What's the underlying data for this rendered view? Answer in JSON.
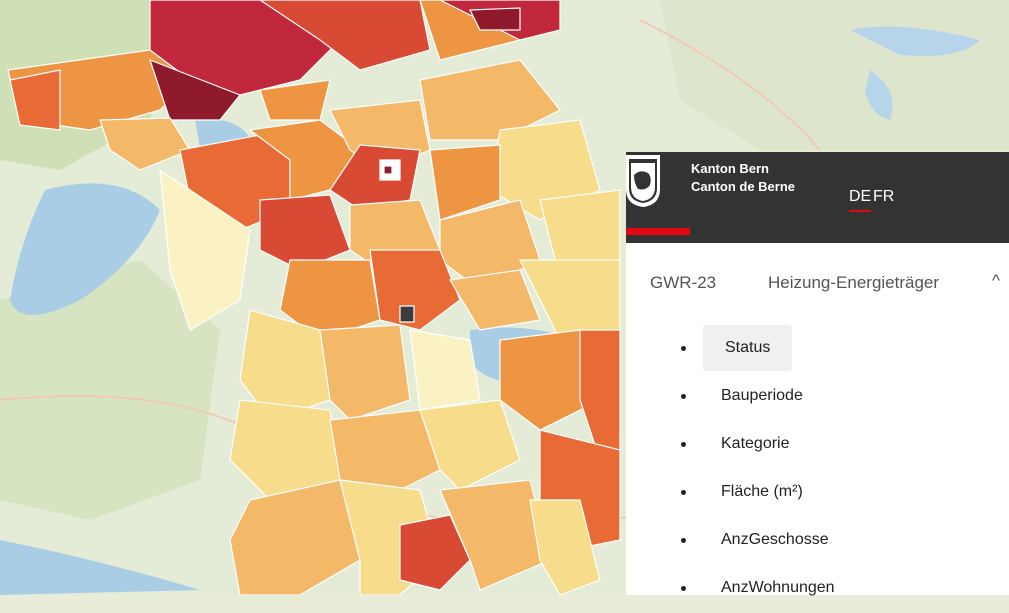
{
  "header": {
    "brand_line1": "Kanton Bern",
    "brand_line2": "Canton de Berne",
    "languages": [
      {
        "code": "DE",
        "active": true
      },
      {
        "code": "FR",
        "active": false
      }
    ],
    "accent_color": "#e30613",
    "header_bg": "#333333"
  },
  "tabs": [
    {
      "label": "GWR-23"
    },
    {
      "label": "Heizung-Energieträger"
    }
  ],
  "tabs_chevron": "^",
  "menu": {
    "items": [
      {
        "label": "Status",
        "active": true
      },
      {
        "label": "Bauperiode",
        "active": false
      },
      {
        "label": "Kategorie",
        "active": false
      },
      {
        "label": "Fläche (m²)",
        "active": false
      },
      {
        "label": "AnzGeschosse",
        "active": false
      },
      {
        "label": "AnzWohnungen",
        "active": false
      }
    ]
  },
  "map": {
    "choropleth_colors": [
      "#fbf2c4",
      "#f7dc8c",
      "#f3b868",
      "#ee9544",
      "#e86a35",
      "#d94a35",
      "#c1283c",
      "#8e1a2c",
      "#3d3d3d"
    ]
  }
}
